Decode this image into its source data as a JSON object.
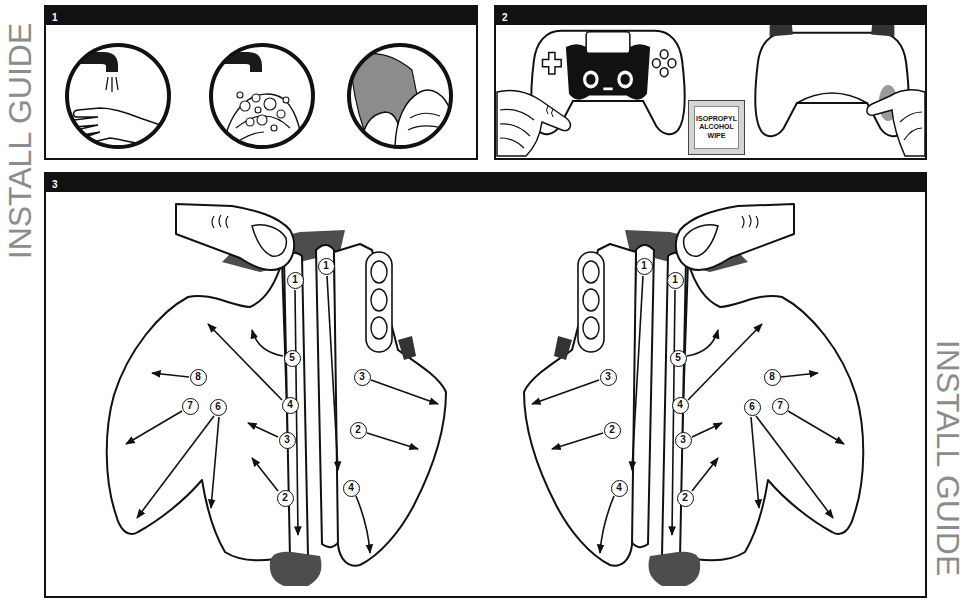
{
  "diagram": {
    "nodes": [
      {
        "text": [
          "1"
        ]
      },
      {
        "text": [
          "2"
        ]
      },
      {
        "text": [
          "ISOPROPYL ALCOHOL WIPE"
        ],
        "in": 1
      },
      {
        "text": [
          "3"
        ]
      }
    ],
    "labels": [
      "INSTALL GUIDE",
      "1",
      "5",
      "4",
      "3",
      "2",
      "8",
      "7",
      "6",
      "1",
      "3",
      "2",
      "4",
      "1",
      "3",
      "2",
      "4",
      "1",
      "5",
      "4",
      "3",
      "2",
      "8",
      "7",
      "6",
      "INSTALL GUIDE"
    ]
  }
}
